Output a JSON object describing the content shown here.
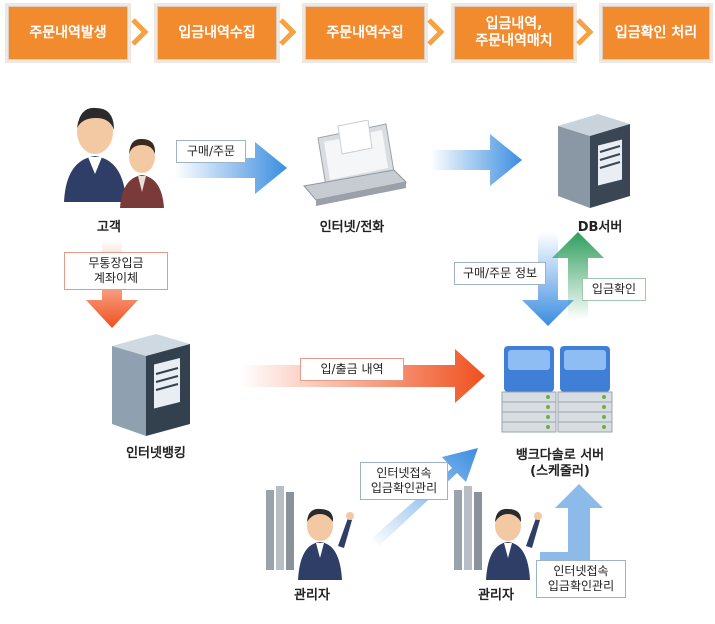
{
  "steps": [
    {
      "label": "주문내역발생"
    },
    {
      "label": "입금내역수집"
    },
    {
      "label": "주문내역수집"
    },
    {
      "label": "입금내역,\n주문내역매치"
    },
    {
      "label": "입금확인 처리"
    }
  ],
  "nodes": {
    "customer": "고객",
    "internet_phone": "인터넷/전화",
    "db_server": "DB서버",
    "internet_banking": "인터넷뱅킹",
    "scheduler_server": "뱅크다솔로 서버\n(스케줄러)",
    "admin_left": "관리자",
    "admin_right": "관리자"
  },
  "edges": {
    "purchase_order": "구매/주문",
    "bank_transfer": "무통장입금\n계좌이체",
    "deposit_history": "입/출금 내역",
    "order_info": "구매/주문 정보",
    "deposit_confirm": "입금확인",
    "admin_left_access": "인터넷접속\n입금확인관리",
    "admin_right_access": "인터넷접속\n입금확인관리"
  },
  "colors": {
    "step_orange": "#f28a2e",
    "arrow_blue": "#3a8de0",
    "arrow_red": "#f0501e",
    "arrow_green": "#2f9e5e"
  }
}
